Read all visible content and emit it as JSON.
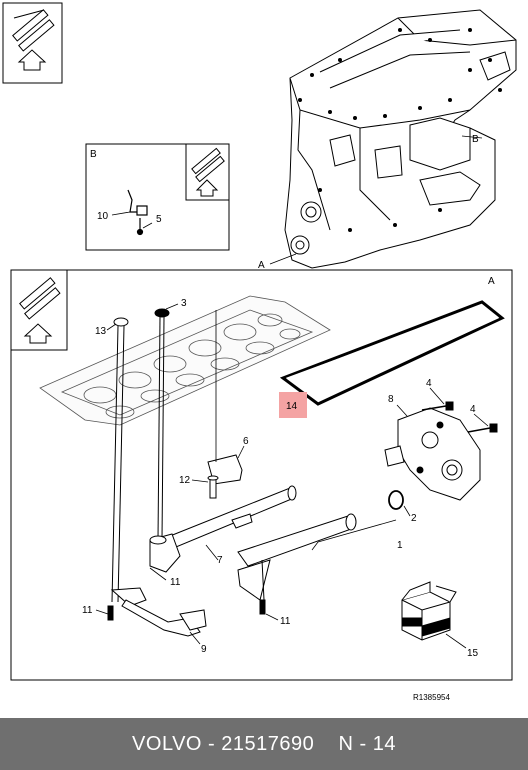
{
  "callouts": {
    "c1": "1",
    "c2": "2",
    "c3": "3",
    "c4a": "4",
    "c4b": "4",
    "c5": "5",
    "c6": "6",
    "c7": "7",
    "c8": "8",
    "c9": "9",
    "c10": "10",
    "c11a": "11",
    "c11b": "11",
    "c11c": "11",
    "c12": "12",
    "c13": "13",
    "c14": "14",
    "c15": "15",
    "viewA": "A",
    "viewB": "B",
    "detailA": "A",
    "detailB": "B"
  },
  "ref_code": "R1385954",
  "footer": {
    "brand": "VOLVO",
    "sep1": " - ",
    "part_number": "21517690",
    "sep2": "    ",
    "position": "N - 14"
  },
  "colors": {
    "highlight": "#f4a3a3",
    "footer_bg": "#6f6f6f",
    "line": "#000000"
  }
}
